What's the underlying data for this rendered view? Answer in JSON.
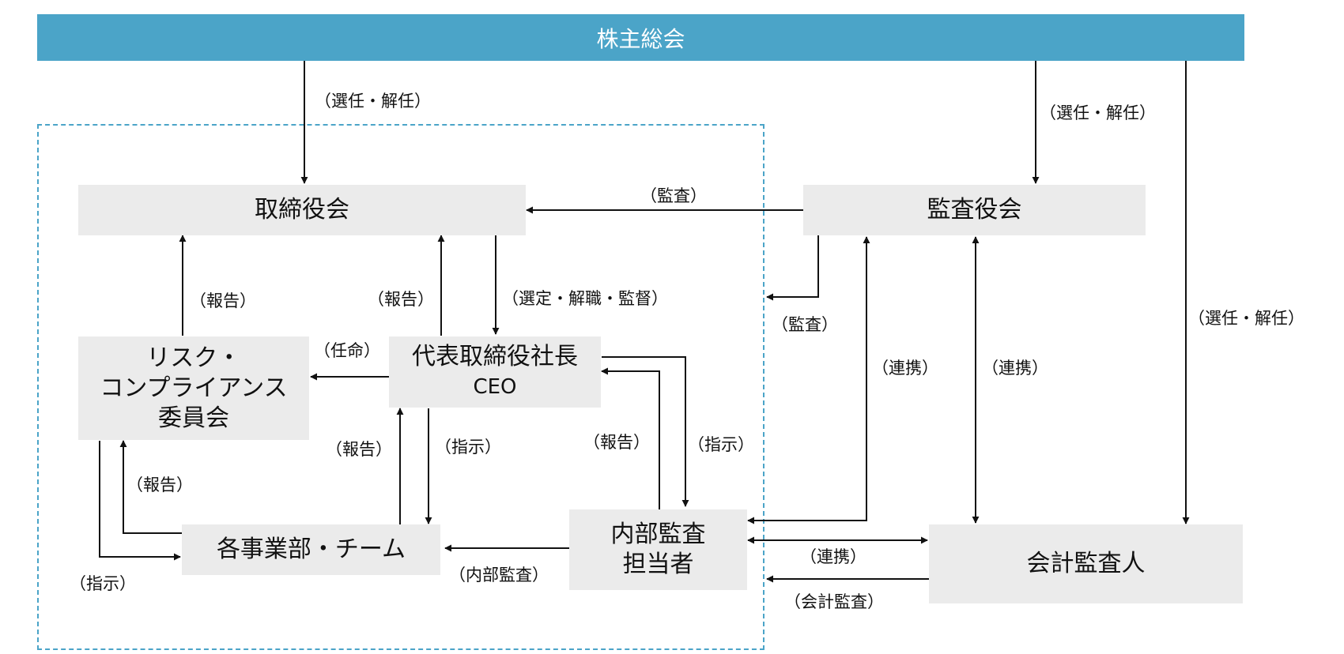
{
  "shareholders": {
    "label": "株主総会"
  },
  "nodes": {
    "board": {
      "label": "取締役会"
    },
    "audit_board": {
      "label": "監査役会"
    },
    "risk_committee": {
      "line1": "リスク・",
      "line2": "コンプライアンス",
      "line3": "委員会"
    },
    "ceo": {
      "line1": "代表取締役社長",
      "line2": "CEO"
    },
    "departments": {
      "label": "各事業部・チーム"
    },
    "internal_audit": {
      "line1": "内部監査",
      "line2": "担当者"
    },
    "accounting_auditor": {
      "label": "会計監査人"
    }
  },
  "edge_labels": {
    "gm_to_board": "（選任・解任）",
    "gm_to_audit_board": "（選任・解任）",
    "gm_to_accounting_auditor": "（選任・解任）",
    "audit_board_to_board": "（監査）",
    "audit_board_to_executives": "（監査）",
    "board_to_ceo": "（選定・解職・監督）",
    "risk_to_board": "（報告）",
    "ceo_to_board": "（報告）",
    "ceo_to_risk": "（任命）",
    "dept_to_ceo": "（報告）",
    "ceo_to_dept": "（指示）",
    "dept_to_risk": "（報告）",
    "risk_to_dept": "（指示）",
    "audit_to_ceo": "（報告）",
    "ceo_to_audit": "（指示）",
    "audit_to_dept": "（内部監査）",
    "audit_board_internal_link": "（連携）",
    "audit_board_accounting_link": "（連携）",
    "internal_accounting_link": "（連携）",
    "accounting_audit": "（会計監査）"
  },
  "colors": {
    "header": "#4ba4c8",
    "box": "#ebebeb",
    "line": "#111111",
    "dashed_frame": "#4ba4c8"
  }
}
